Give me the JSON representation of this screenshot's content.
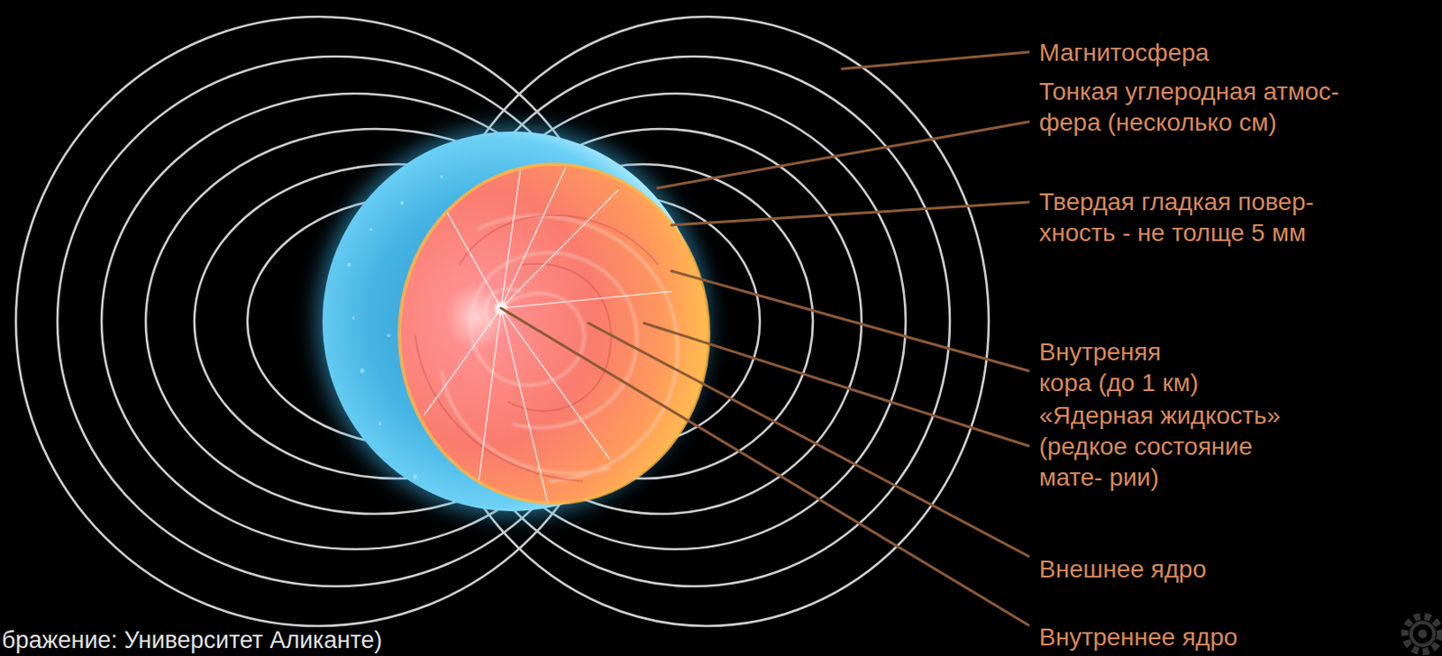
{
  "diagram": {
    "caption": "бражение: Университет Аликанте)",
    "labels": [
      "Магнитосфера",
      "Тонкая углеродная атмос- фера (несколько см)",
      "Твердая гладкая повер- хность - не толще 5 мм",
      "Внутреняя кора (до 1 км)",
      "«Ядерная жидкость» (редкое состояние мате- рии)",
      "Внешнее ядро",
      "Внутреннее ядро"
    ]
  }
}
